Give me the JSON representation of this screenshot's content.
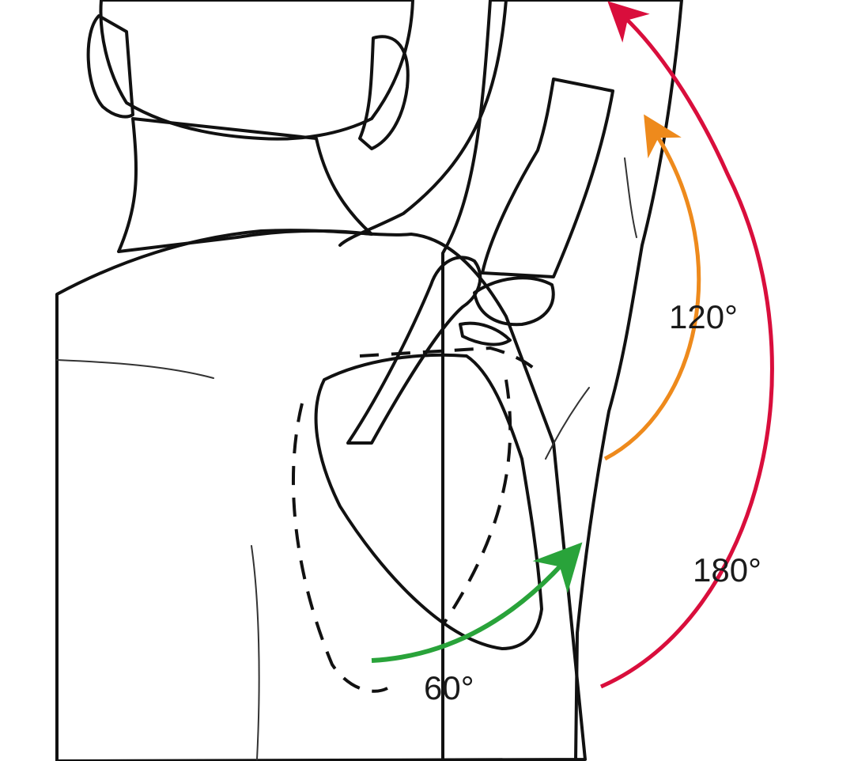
{
  "figure": {
    "colors": {
      "skin": "#fae3d3",
      "hair": "#8a6a50",
      "bone": "#f6e2bc",
      "cartilage": "#c6d7ea",
      "arc_60": "#29a33a",
      "arc_120": "#ee8a1c",
      "arc_180": "#d90e3c"
    },
    "labels": {
      "angle_60": "60°",
      "angle_120": "120°",
      "angle_180": "180°"
    }
  }
}
